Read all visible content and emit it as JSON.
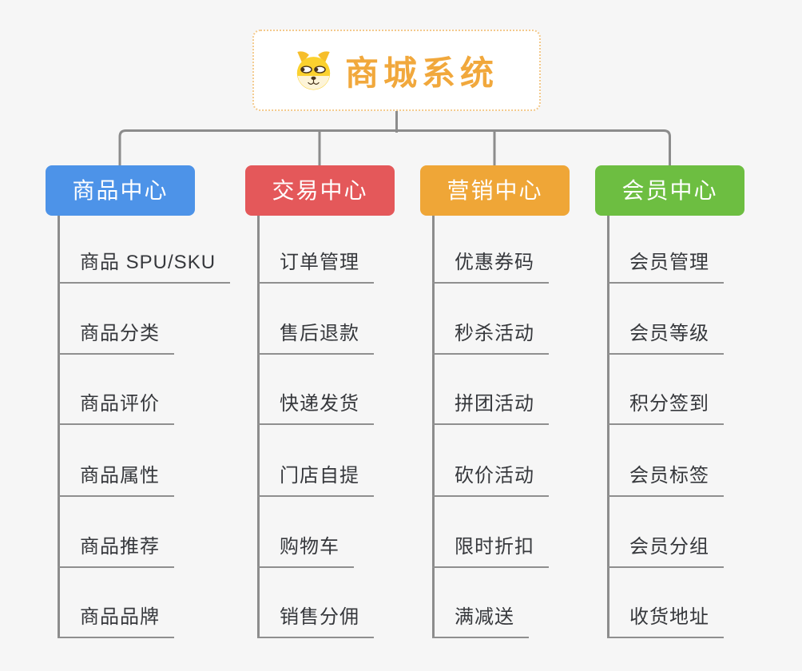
{
  "canvas": {
    "background": "#f6f6f6",
    "connector_color": "#8c8c8c",
    "leaf_underline_color": "#8f8f8f",
    "leaf_text_color": "#36383c"
  },
  "root": {
    "label": "商城系统",
    "icon": "dog-face-icon",
    "text_color": "#f1a83c",
    "border_color": "#f3c98c"
  },
  "branches": [
    {
      "label": "商品中心",
      "color": "#4d93e8",
      "items": [
        "商品 SPU/SKU",
        "商品分类",
        "商品评价",
        "商品属性",
        "商品推荐",
        "商品品牌"
      ]
    },
    {
      "label": "交易中心",
      "color": "#e4585a",
      "items": [
        "订单管理",
        "售后退款",
        "快递发货",
        "门店自提",
        "购物车",
        "销售分佣"
      ]
    },
    {
      "label": "营销中心",
      "color": "#efa637",
      "items": [
        "优惠券码",
        "秒杀活动",
        "拼团活动",
        "砍价活动",
        "限时折扣",
        "满减送"
      ]
    },
    {
      "label": "会员中心",
      "color": "#6dbe41",
      "items": [
        "会员管理",
        "会员等级",
        "积分签到",
        "会员标签",
        "会员分组",
        "收货地址"
      ]
    }
  ]
}
